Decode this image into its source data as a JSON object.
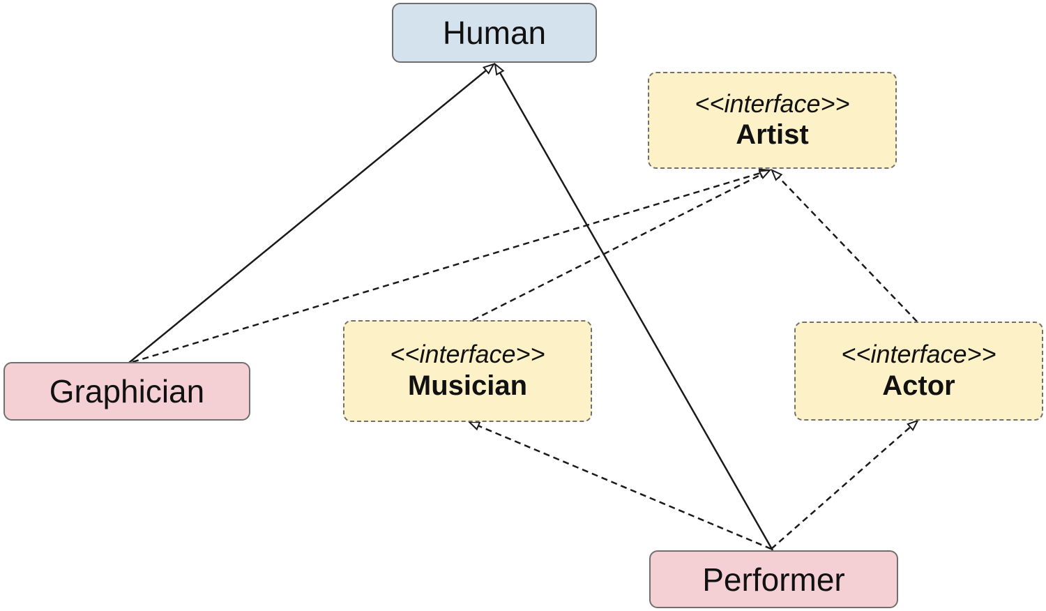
{
  "colors": {
    "class_fill_base": "#d4e2ee",
    "class_fill_derived": "#f4cfd3",
    "interface_fill": "#fdf1c8",
    "border": "#6f6f6f",
    "edge": "#1a1a1a"
  },
  "nodes": {
    "human": {
      "name": "Human",
      "kind": "class"
    },
    "artist": {
      "stereotype": "<<interface>>",
      "name": "Artist",
      "kind": "interface"
    },
    "graphician": {
      "name": "Graphician",
      "kind": "class"
    },
    "musician": {
      "stereotype": "<<interface>>",
      "name": "Musician",
      "kind": "interface"
    },
    "actor": {
      "stereotype": "<<interface>>",
      "name": "Actor",
      "kind": "interface"
    },
    "performer": {
      "name": "Performer",
      "kind": "class"
    }
  },
  "edges": [
    {
      "from": "graphician",
      "to": "human",
      "relation": "generalization"
    },
    {
      "from": "performer",
      "to": "human",
      "relation": "generalization"
    },
    {
      "from": "graphician",
      "to": "artist",
      "relation": "realization"
    },
    {
      "from": "musician",
      "to": "artist",
      "relation": "generalization"
    },
    {
      "from": "actor",
      "to": "artist",
      "relation": "generalization"
    },
    {
      "from": "performer",
      "to": "musician",
      "relation": "realization"
    },
    {
      "from": "performer",
      "to": "actor",
      "relation": "realization"
    }
  ]
}
